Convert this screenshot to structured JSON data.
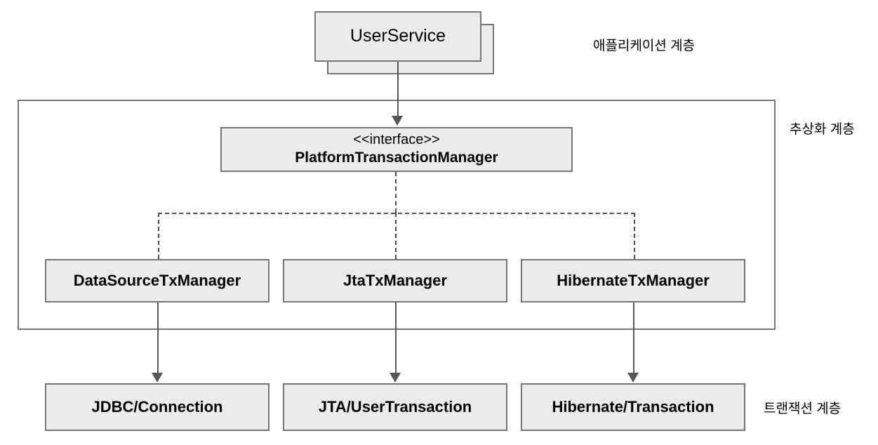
{
  "diagram": {
    "title": "Spring PlatformTransactionManager abstraction",
    "colors": {
      "node_fill": "#ebebeb",
      "node_border": "#767676",
      "edge": "#555555",
      "dashed_edge": "#4d4d4d",
      "background": "#ffffff",
      "text": "#000000"
    }
  },
  "layers": [
    {
      "id": "application",
      "label": "애플리케이션 계층"
    },
    {
      "id": "abstraction",
      "label": "추상화 계층"
    },
    {
      "id": "transaction",
      "label": "트랜잭션 계층"
    }
  ],
  "nodes": {
    "application": [
      {
        "id": "user-service",
        "label": "UserService",
        "stacked": true
      }
    ],
    "interface": {
      "id": "platform-transaction-manager",
      "stereotype": "<<interface>>",
      "label": "PlatformTransactionManager"
    },
    "implementations": [
      {
        "id": "datasource-tx-manager",
        "label": "DataSourceTxManager"
      },
      {
        "id": "jta-tx-manager",
        "label": "JtaTxManager"
      },
      {
        "id": "hibernate-tx-manager",
        "label": "HibernateTxManager"
      }
    ],
    "transaction_resources": [
      {
        "id": "jdbc-connection",
        "label": "JDBC/Connection"
      },
      {
        "id": "jta-usertransaction",
        "label": "JTA/UserTransaction"
      },
      {
        "id": "hibernate-transaction",
        "label": "Hibernate/Transaction"
      }
    ]
  },
  "edges": [
    {
      "id": "uses",
      "from": "user-service",
      "to": "platform-transaction-manager",
      "style": "solid",
      "arrow": "filled-triangle"
    },
    {
      "id": "realize-datasource",
      "from": "datasource-tx-manager",
      "to": "platform-transaction-manager",
      "style": "dashed",
      "arrow": "none"
    },
    {
      "id": "realize-jta",
      "from": "jta-tx-manager",
      "to": "platform-transaction-manager",
      "style": "dashed",
      "arrow": "none"
    },
    {
      "id": "realize-hibernate",
      "from": "hibernate-tx-manager",
      "to": "platform-transaction-manager",
      "style": "dashed",
      "arrow": "none"
    },
    {
      "id": "datasource-to-jdbc",
      "from": "datasource-tx-manager",
      "to": "jdbc-connection",
      "style": "solid",
      "arrow": "filled-triangle"
    },
    {
      "id": "jta-to-usertransaction",
      "from": "jta-tx-manager",
      "to": "jta-usertransaction",
      "style": "solid",
      "arrow": "filled-triangle"
    },
    {
      "id": "hibernate-to-transaction",
      "from": "hibernate-tx-manager",
      "to": "hibernate-transaction",
      "style": "solid",
      "arrow": "filled-triangle"
    }
  ]
}
